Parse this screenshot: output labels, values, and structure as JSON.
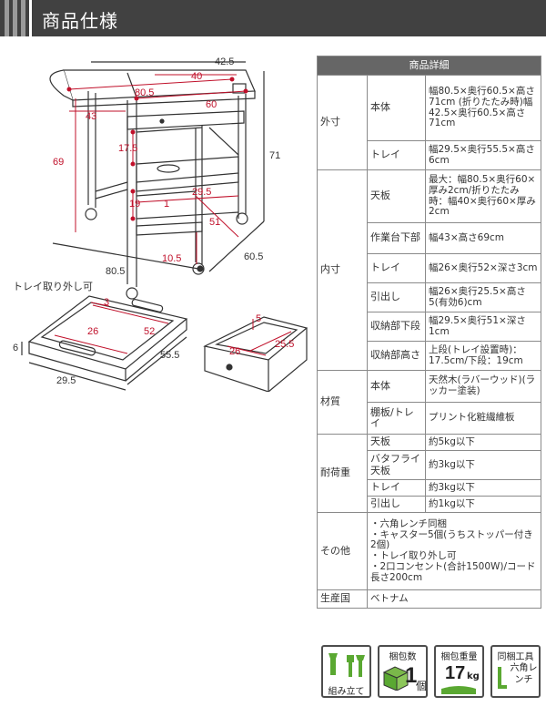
{
  "header": {
    "title": "商品仕様"
  },
  "diagram": {
    "top_dims": {
      "d425": "42.5",
      "d40": "40",
      "d805r": "80.5",
      "d43": "43",
      "d60": "60"
    },
    "side_dims": {
      "d69": "69",
      "d71": "71",
      "d175": "17.5",
      "d19": "19",
      "d1": "1",
      "d295": "29.5",
      "d51": "51",
      "d105": "10.5"
    },
    "base_dims": {
      "d805": "80.5",
      "d605": "60.5"
    },
    "tray_caption": "トレイ取り外し可",
    "tray_dims": {
      "d3": "3",
      "d26": "26",
      "d52": "52",
      "d6": "6",
      "d555": "55.5",
      "d295b": "29.5"
    },
    "drawer_dims": {
      "d5": "5",
      "d26": "26",
      "d255": "25.5"
    }
  },
  "spec": {
    "header": "商品詳細",
    "rows": [
      {
        "cat": "外寸",
        "sub": "本体",
        "val": "幅80.5×奥行60.5×高さ71cm\n(折りたたみ時)幅42.5×奥行60.5×高さ71cm"
      },
      {
        "cat": "",
        "sub": "トレイ",
        "val": "幅29.5×奥行55.5×高さ6cm"
      },
      {
        "cat": "内寸",
        "sub": "天板",
        "val": "最大：幅80.5×奥行60×厚み2cm/折りたたみ時：幅40×奥行60×厚み2cm"
      },
      {
        "cat": "",
        "sub": "作業台下部",
        "val": "幅43×高さ69cm"
      },
      {
        "cat": "",
        "sub": "トレイ",
        "val": "幅26×奥行52×深さ3cm"
      },
      {
        "cat": "",
        "sub": "引出し",
        "val": "幅26×奥行25.5×高さ5(有効6)cm"
      },
      {
        "cat": "",
        "sub": "収納部下段",
        "val": "幅29.5×奥行51×深さ1cm"
      },
      {
        "cat": "",
        "sub": "収納部高さ",
        "val": "上段(トレイ設置時)：17.5cm/下段：19cm"
      },
      {
        "cat": "材質",
        "sub": "本体",
        "val": "天然木(ラバーウッド)(ラッカー塗装)"
      },
      {
        "cat": "",
        "sub": "棚板/トレイ",
        "val": "プリント化粧繊維板"
      },
      {
        "cat": "耐荷重",
        "sub": "天板",
        "val": "約5kg以下"
      },
      {
        "cat": "",
        "sub": "バタフライ天板",
        "val": "約3kg以下"
      },
      {
        "cat": "",
        "sub": "トレイ",
        "val": "約3kg以下"
      },
      {
        "cat": "",
        "sub": "引出し",
        "val": "約1kg以下"
      },
      {
        "cat": "その他",
        "sub": "",
        "val": "・六角レンチ同梱\n・キャスター5個(うちストッパー付き2個)\n・トレイ取り外し可\n・2口コンセント(合計1500W)/コード長さ200cm"
      },
      {
        "cat": "生産国",
        "sub": "",
        "val": "ベトナム"
      }
    ]
  },
  "badges": {
    "assembly": "組み立て",
    "pkg_count_label": "梱包数",
    "pkg_count_value": "1",
    "pkg_count_unit": "個",
    "pkg_weight_label": "梱包重量",
    "pkg_weight_value": "17",
    "pkg_weight_unit": "kg",
    "tool_label": "同梱工具",
    "tool_value": "六角レンチ"
  }
}
